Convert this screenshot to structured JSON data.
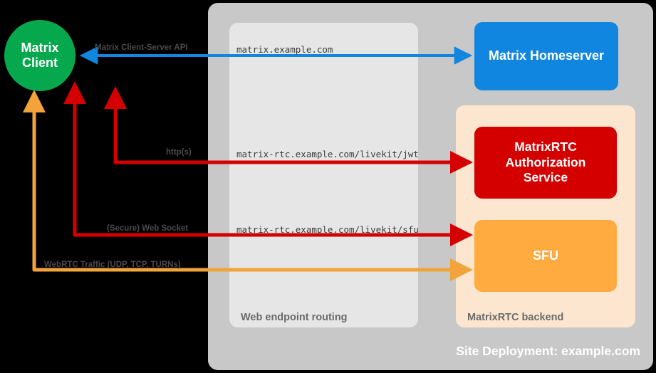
{
  "diagram": {
    "title": "MatrixRTC site deployment architecture",
    "site_panel": {
      "label": "Site Deployment: example.com"
    },
    "web_panel": {
      "label": "Web endpoint routing"
    },
    "rtc_panel": {
      "label": "MatrixRTC backend"
    },
    "nodes": [
      {
        "id": "matrix-client",
        "shape": "circle",
        "line1": "Matrix",
        "line2": "Client",
        "color": "#06a84e"
      },
      {
        "id": "matrix-homeserver",
        "shape": "rounded-rect",
        "label": "Matrix Homeserver",
        "color": "#1086e0"
      },
      {
        "id": "matrixrtc-authorization-service",
        "shape": "rounded-rect",
        "line1": "MatrixRTC",
        "line2": "Authorization",
        "line3": "Service",
        "color": "#d40000"
      },
      {
        "id": "sfu",
        "shape": "rounded-rect",
        "label": "SFU",
        "color": "#ffab40"
      }
    ],
    "edges": [
      {
        "id": "client-server-api",
        "protocol_label": "Matrix Client-Server API",
        "endpoint_label": "matrix.example.com",
        "color": "#1086e0",
        "from": "matrix-homeserver",
        "to": "matrix-client"
      },
      {
        "id": "jwt-https",
        "protocol_label": "http(s)",
        "endpoint_label": "matrix-rtc.example.com/livekit/jwt",
        "color": "#d40000",
        "from": "matrixrtc-authorization-service",
        "to": "matrix-client"
      },
      {
        "id": "sfu-websocket",
        "protocol_label": "(Secure) Web Socket",
        "endpoint_label": "matrix-rtc.example.com/livekit/sfu",
        "color": "#d40000",
        "from": "sfu",
        "to": "matrix-client"
      },
      {
        "id": "webrtc-traffic",
        "protocol_label": "WebRTC Traffic (UDP, TCP, TURNs)",
        "endpoint_label": "",
        "color": "#f2a33c",
        "from": "sfu",
        "to": "matrix-client"
      }
    ],
    "colors": {
      "background": "#000000",
      "site_panel": "#c8c8c8",
      "web_panel": "#e6e6e6",
      "rtc_panel": "#fce6d0",
      "green": "#06a84e",
      "blue": "#1086e0",
      "red": "#d40000",
      "orange": "#ffab40",
      "orange_edge": "#f2a33c",
      "label_gray": "#6b6b6b"
    }
  }
}
